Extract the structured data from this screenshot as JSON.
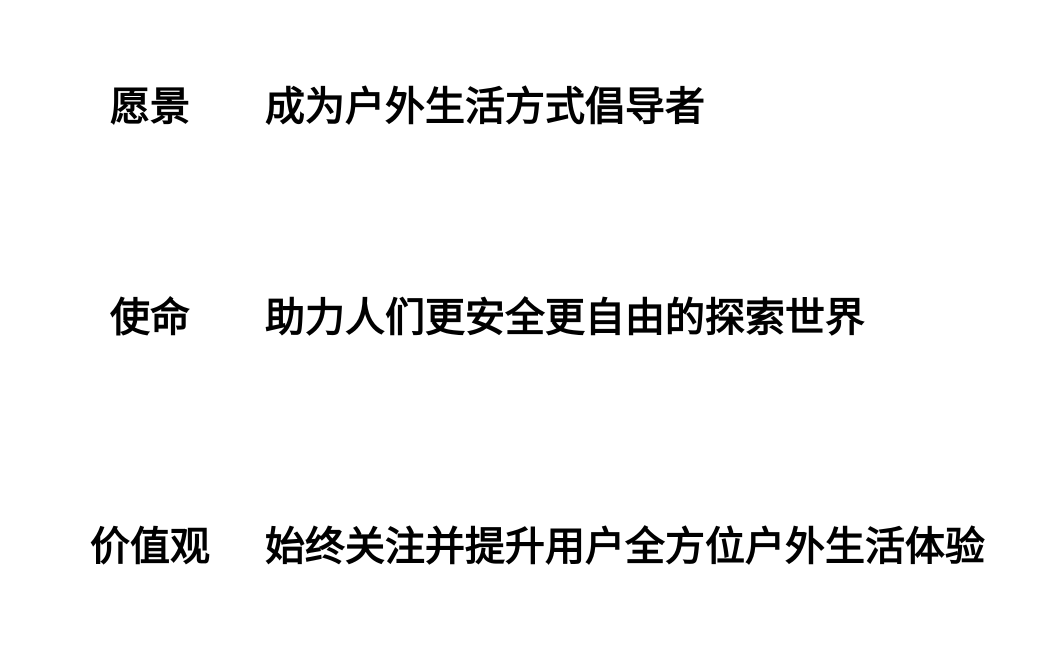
{
  "statements": [
    {
      "label": "愿景",
      "text": "成为户外生活方式倡导者"
    },
    {
      "label": "使命",
      "text": "助力人们更安全更自由的探索世界"
    },
    {
      "label": "价值观",
      "text": "始终关注并提升用户全方位户外生活体验"
    }
  ]
}
